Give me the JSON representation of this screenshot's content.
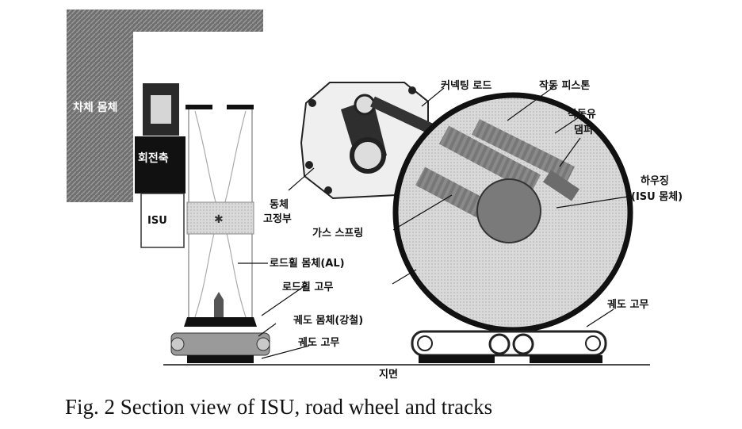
{
  "labels": {
    "hull_block": "차체 몸체",
    "rotation_axis": "회전축",
    "isu": "ISU",
    "connecting_rod": "커넥팅 로드",
    "actuating_piston": "작동 피스톤",
    "hydraulic_fluid": "작동유",
    "damper": "댐퍼",
    "housing_line1": "하우징",
    "housing_line2": "(ISU 몸체)",
    "fixture_line1": "동체",
    "fixture_line2": "고정부",
    "gas_spring": "가스 스프링",
    "roadwheel_body": "로드휠 몸체(AL)",
    "roadwheel_rubber": "로드휠 고무",
    "track_body": "궤도 몸체(강철)",
    "track_rubber_left": "궤도 고무",
    "track_rubber_right": "궤도 고무",
    "ground": "지면"
  },
  "caption": "Fig.  2  Section view of ISU, road wheel and tracks"
}
